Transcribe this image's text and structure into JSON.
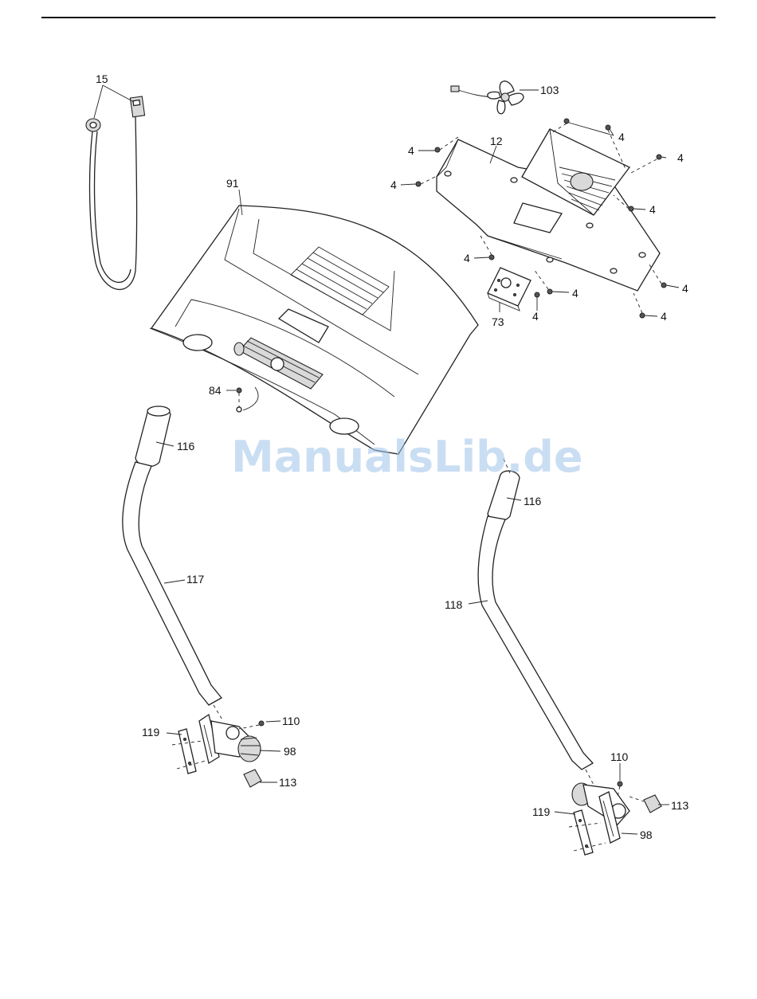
{
  "watermark": "ManualsLib.de",
  "callouts": {
    "c15": "15",
    "c103": "103",
    "c12": "12",
    "c91": "91",
    "c73": "73",
    "c84": "84",
    "c116a": "116",
    "c116b": "116",
    "c117": "117",
    "c118": "118",
    "c119a": "119",
    "c119b": "119",
    "c110a": "110",
    "c110b": "110",
    "c98a": "98",
    "c98b": "98",
    "c113a": "113",
    "c113b": "113",
    "c4": [
      "4",
      "4",
      "4",
      "4",
      "4",
      "4",
      "4",
      "4",
      "4",
      "4"
    ]
  }
}
